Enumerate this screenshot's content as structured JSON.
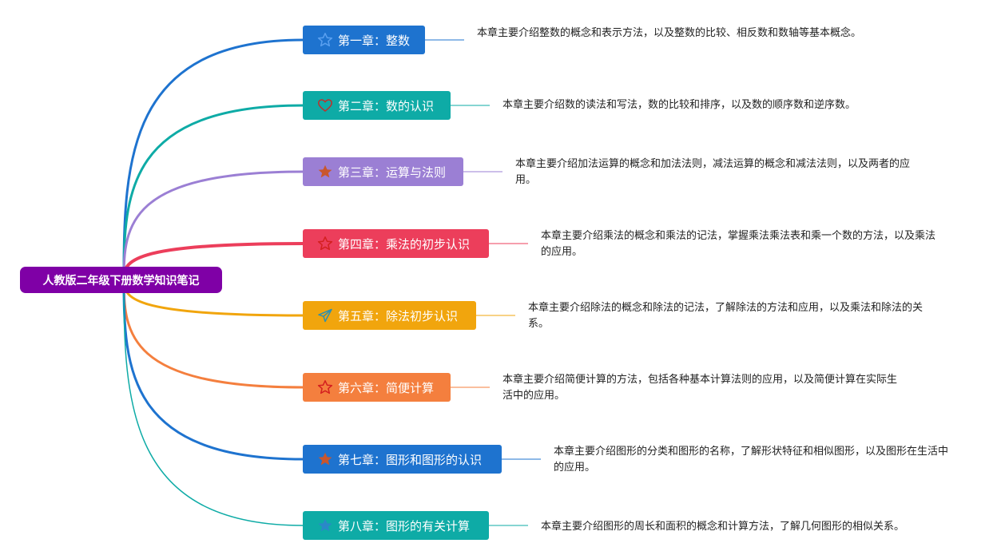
{
  "root": {
    "label": "人教版二年级下册数学知识笔记",
    "color": "#7f00a6"
  },
  "chapters": [
    {
      "label": "第一章：整数",
      "color": "#1e73cf",
      "icon": "star-outline-icon",
      "icon_color": "#5aa0f0",
      "desc": "本章主要介绍整数的概念和表示方法，以及整数的比较、相反数和数轴等基本概念。"
    },
    {
      "label": "第二章：数的认识",
      "color": "#0eaba6",
      "icon": "heart-outline-icon",
      "icon_color": "#c0302a",
      "desc": "本章主要介绍数的读法和写法，数的比较和排序，以及数的顺序数和逆序数。"
    },
    {
      "label": "第三章：运算与法则",
      "color": "#9b7fd4",
      "icon": "star-filled-icon",
      "icon_color": "#c9562c",
      "desc": "本章主要介绍加法运算的概念和加法法则，减法运算的概念和减法法则，以及两者的应用。"
    },
    {
      "label": "第四章：乘法的初步认识",
      "color": "#ec3e5b",
      "icon": "star-outline-icon",
      "icon_color": "#d42020",
      "desc": "本章主要介绍乘法的概念和乘法的记法，掌握乘法乘法表和乘一个数的方法，以及乘法的应用。"
    },
    {
      "label": "第五章：除法初步认识",
      "color": "#f1a50d",
      "icon": "paper-plane-icon",
      "icon_color": "#2f8fae",
      "desc": "本章主要介绍除法的概念和除法的记法，了解除法的方法和应用，以及乘法和除法的关系。"
    },
    {
      "label": "第六章：简便计算",
      "color": "#f47f3e",
      "icon": "star-outline-icon",
      "icon_color": "#d42020",
      "desc": "本章主要介绍简便计算的方法，包括各种基本计算法则的应用，以及简便计算在实际生活中的应用。"
    },
    {
      "label": "第七章：图形和图形的认识",
      "color": "#1e73cf",
      "icon": "star-filled-icon",
      "icon_color": "#c9562c",
      "desc": "本章主要介绍图形的分类和图形的名称，了解形状特征和相似图形，以及图形在生活中的应用。"
    },
    {
      "label": "第八章：图形的有关计算",
      "color": "#0eaba6",
      "icon": "star-filled-icon",
      "icon_color": "#2a88c8",
      "desc": "本章主要介绍图形的周长和面积的概念和计算方法，了解几何图形的相似关系。"
    }
  ]
}
